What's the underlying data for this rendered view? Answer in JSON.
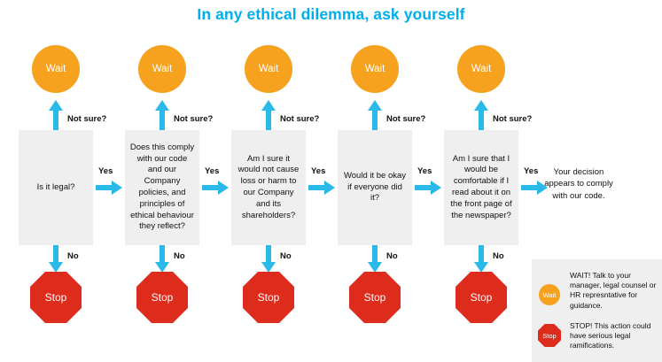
{
  "title": "In any ethical dilemma, ask yourself",
  "labels": {
    "wait": "Wait",
    "stop": "Stop",
    "yes": "Yes",
    "no": "No",
    "not_sure": "Not sure?"
  },
  "columns": [
    {
      "question": "Is it legal?"
    },
    {
      "question": "Does this comply with our code and our Company policies, and principles of ethical behaviour they reflect?"
    },
    {
      "question": "Am I sure it would not cause loss or harm to our Company and its shareholders?"
    },
    {
      "question": "Would it be okay if everyone did it?"
    },
    {
      "question": "Am I sure that I would be comfortable if I read about it on the front page of the newspaper?"
    }
  ],
  "outcome": "Your decision appears to comply with our code.",
  "legend": {
    "wait_label": "Wait",
    "wait_text": "WAIT! Talk to your manager, legal counsel or HR represntative for guidance.",
    "stop_label": "Stop",
    "stop_text": "STOP! This action could have serious legal ramifications."
  },
  "colors": {
    "accent_cyan": "#00AEEF",
    "arrow_cyan": "#2BB9EA",
    "wait_orange": "#F6A21E",
    "stop_red": "#DD2B1C",
    "box_gray": "#EFEFEF"
  }
}
